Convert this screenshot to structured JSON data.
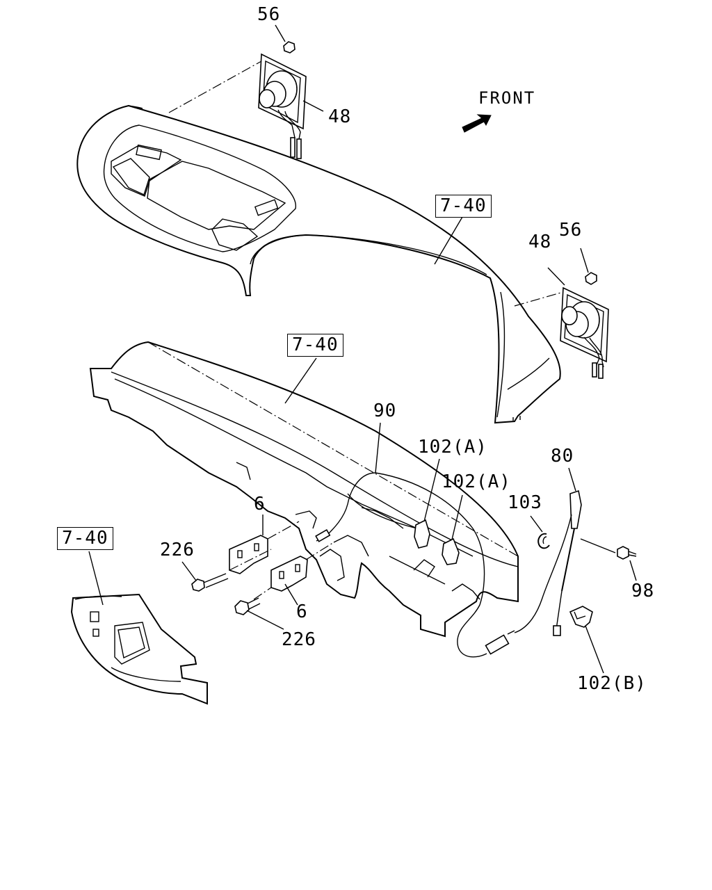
{
  "labels": {
    "nut_upper": "56",
    "speaker_upper": "48",
    "front": "FRONT",
    "ref_upper": "7-40",
    "speaker_right": "48",
    "nut_right": "56",
    "ref_middle": "7-40",
    "cable": "90",
    "clip_a_1": "102(A)",
    "clip_a_2": "102(A)",
    "antenna": "80",
    "grommet": "103",
    "bracket_1": "6",
    "bolt_1": "226",
    "screw": "98",
    "ref_lower": "7-40",
    "bracket_2": "6",
    "bolt_2": "226",
    "clip_b": "102(B)"
  },
  "icons": {
    "front_arrow": "front-arrow-icon"
  },
  "colors": {
    "ink": "#000000",
    "background": "#ffffff"
  }
}
